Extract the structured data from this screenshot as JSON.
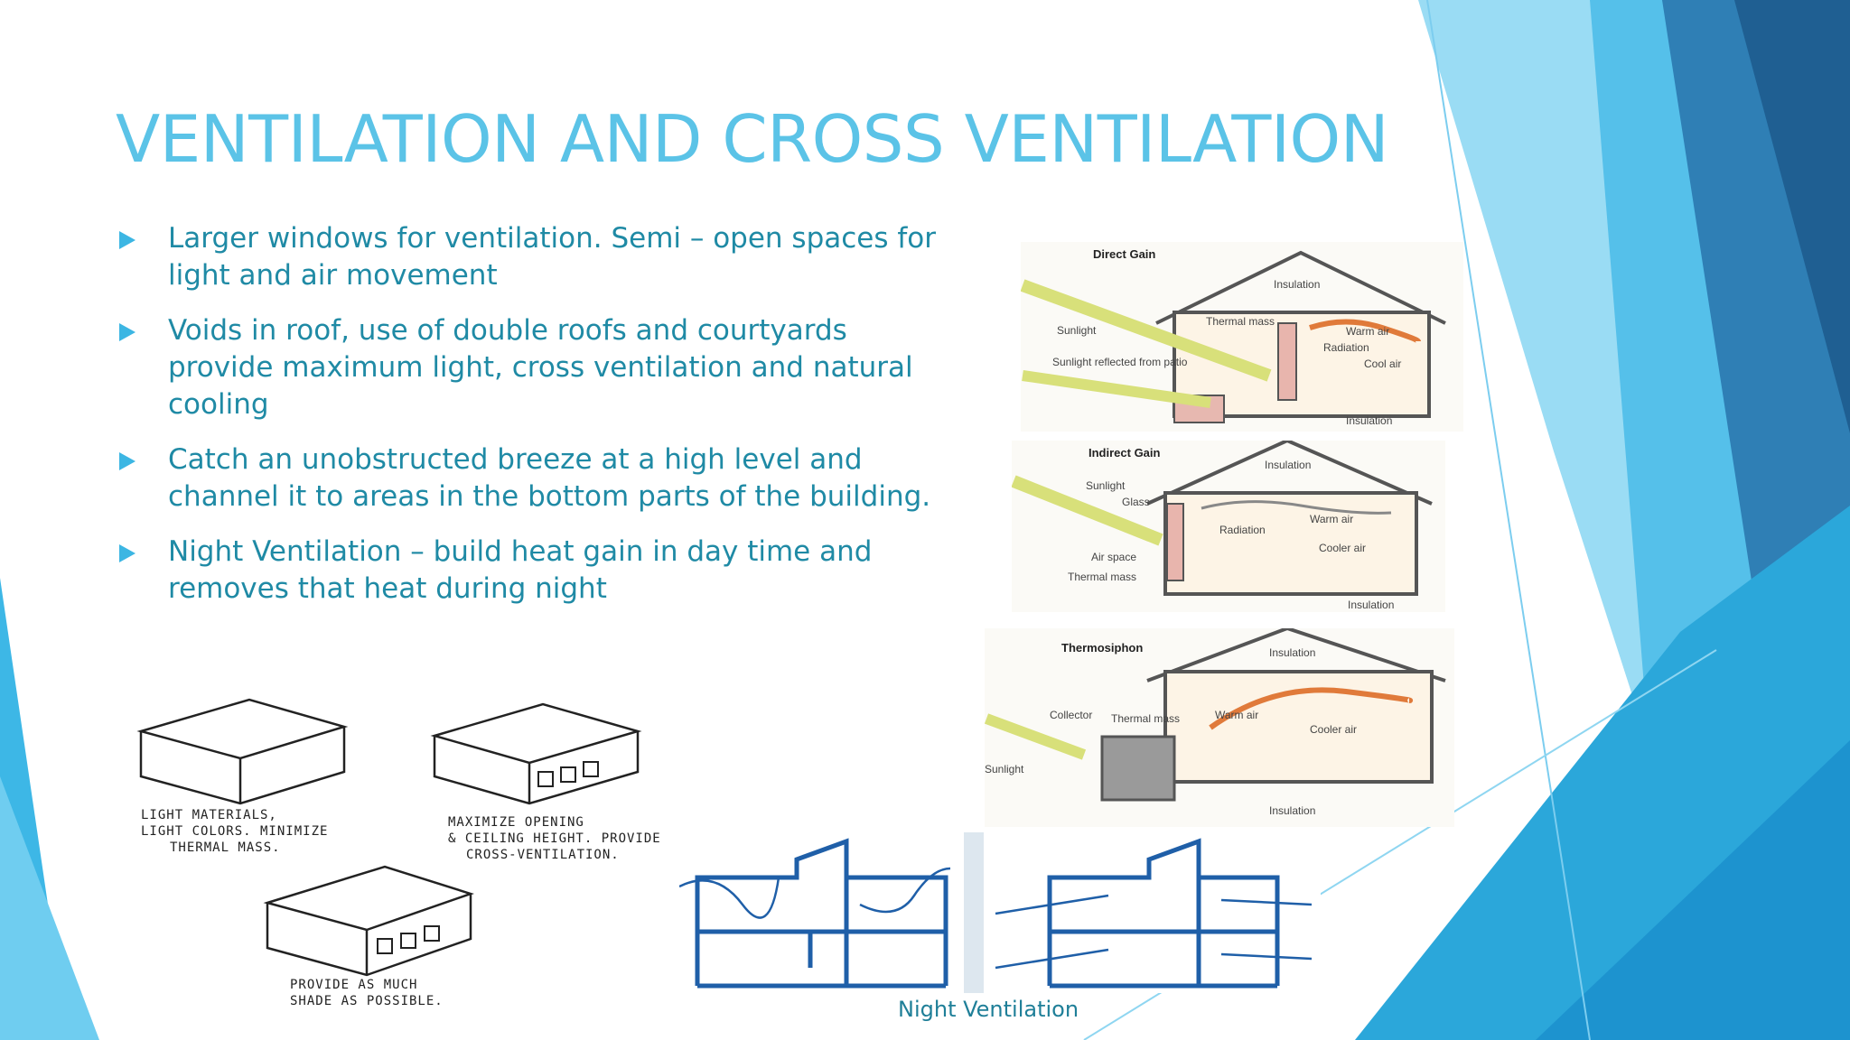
{
  "slide": {
    "title": "VENTILATION AND CROSS VENTILATION",
    "bullets": [
      "Larger windows for ventilation. Semi – open spaces for light and air movement",
      "Voids in roof, use of double roofs and courtyards provide maximum light, cross ventilation and natural cooling",
      "Catch an unobstructed breeze at a high level and channel it to areas in the bottom parts of the building.",
      " Night Ventilation – build heat gain in day time and removes that heat during night"
    ],
    "caption": "Night Ventilation"
  },
  "diagrams": {
    "direct_gain": {
      "title": "Direct Gain",
      "labels": [
        "Insulation",
        "Sunlight",
        "Thermal mass",
        "Warm air",
        "Radiation",
        "Cool air",
        "Sunlight reflected from patio",
        "Insulation"
      ]
    },
    "indirect_gain": {
      "title": "Indirect Gain",
      "labels": [
        "Insulation",
        "Sunlight",
        "Glass",
        "Warm air",
        "Radiation",
        "Cooler air",
        "Air space",
        "Thermal mass",
        "Insulation"
      ]
    },
    "thermosiphon": {
      "title": "Thermosiphon",
      "labels": [
        "Insulation",
        "Collector",
        "Thermal mass",
        "Warm air",
        "Cooler air",
        "Sunlight",
        "Insulation"
      ]
    }
  },
  "sketches": {
    "box1": [
      "LIGHT MATERIALS,",
      "LIGHT COLORS. MINIMIZE",
      "THERMAL MASS."
    ],
    "box2": [
      "MAXIMIZE OPENING",
      "& CEILING HEIGHT. PROVIDE",
      "CROSS-VENTILATION."
    ],
    "box3": [
      "PROVIDE AS MUCH",
      "SHADE AS POSSIBLE."
    ]
  },
  "colors": {
    "title": "#5bc3e7",
    "text": "#1f8aa5",
    "bullet": "#3cb6e3",
    "accent_dark": "#2a6d9e",
    "accent_mid": "#2aa8dc",
    "accent_light": "#8fd3f0",
    "diagram_blue": "#1f5fa8"
  }
}
